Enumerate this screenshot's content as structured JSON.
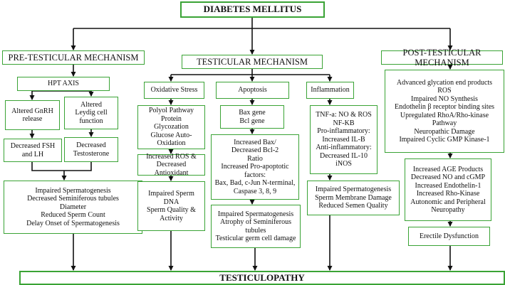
{
  "title": "DIABETES MELLITUS",
  "pre": {
    "label": "PRE-TESTICULAR MECHANISM",
    "hpt": "HPT AXIS",
    "gnrh": "Altered GnRH\nrelease",
    "leydig": "Altered\nLeydig cell\nfunction",
    "fsh_lh": "Decreased FSH\nand LH",
    "testosterone": "Decreased\nTestosterone",
    "outcomes": "Impaired Spermatogenesis\nDecreased Seminiferous tubules\nDiameter\nReduced Sperm Count\nDelay Onset of Spermatogenesis"
  },
  "testicular": {
    "label": "TESTICULAR MECHANISM",
    "oxidative": {
      "label": "Oxidative Stress",
      "causes": "Polyol Pathway\nProtein\nGlycozation\nGlucose Auto-Oxidation",
      "effect": "Increased ROS &\nDecreased Antioxidant",
      "outcome": "Impaired Sperm\nDNA\nSperm Quality &\nActivity"
    },
    "apoptosis": {
      "label": "Apoptosis",
      "genes": "Bax gene\nBcl gene",
      "ratio": "Increased Bax/\nDecreased Bcl-2\nRatio\nIncreased Pro-apoptotic\nfactors:\nBax, Bad, c-Jun N-terminal,\nCaspase 3, 8, 9",
      "outcome": "Impaired Spermatogenesis\nAtrophy of Seminiferous\ntubules\nTesticular germ cell damage"
    },
    "inflammation": {
      "label": "Inflammation",
      "markers": "TNF-a: NO & ROS\nNF-KB\nPro-inflammatory:\nIncreased IL-B\nAnti-inflammatory:\nDecreased IL-10\niNOS",
      "outcome": "Impaired Spermatogenesis\nSperm Membrane Damage\nReduced Semen Quality"
    }
  },
  "post": {
    "label": "POST-TESTICULAR MECHANISM",
    "factors": "Advanced glycation end products\nROS\nImpaired NO Synthesis\nEndothelin β receptor binding sites\nUpregulated RhoA/Rho-kinase\nPathway\nNeuropathic Damage\nImpaired Cyclic GMP Kinase-1",
    "effects": "Increased AGE Products\nDecreased NO and cGMP\nIncreased Endothelin-1\nIncreased Rho-Kinase\nAutonomic and Peripheral\nNeuropathy",
    "outcome": "Erectile Dysfunction"
  },
  "result": "TESTICULOPATHY",
  "colors": {
    "border": "#3aa335",
    "line": "#111111",
    "text": "#111111"
  }
}
